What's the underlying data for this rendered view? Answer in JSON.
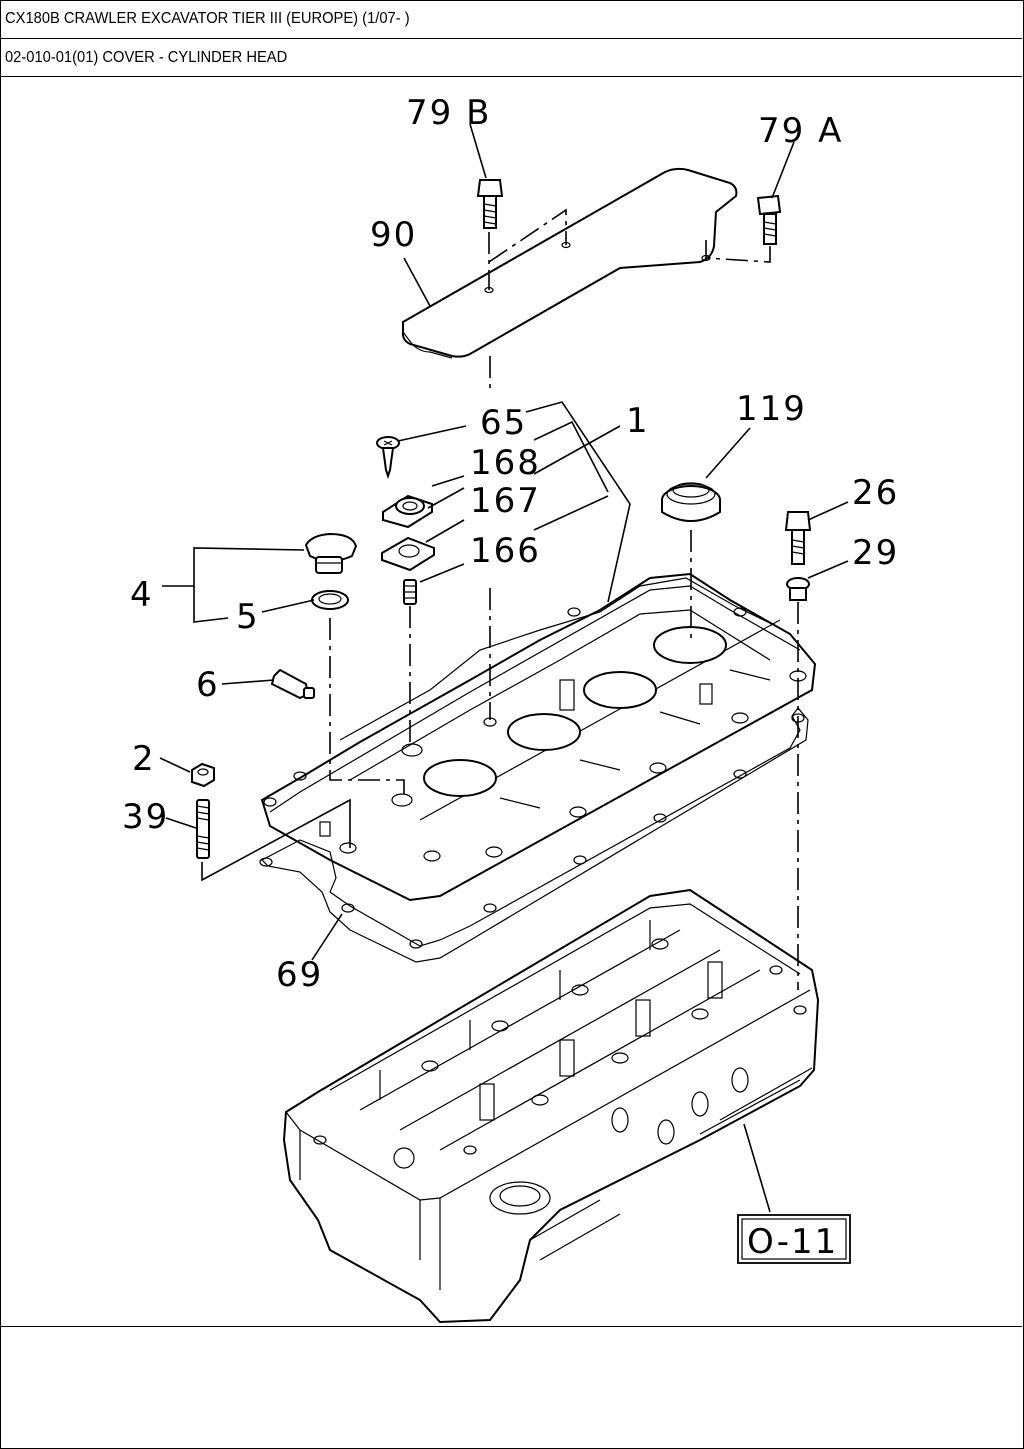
{
  "header": {
    "model_title": "CX180B CRAWLER EXCAVATOR TIER III (EUROPE) (1/07- )",
    "section_title": "02-010-01(01) COVER - CYLINDER HEAD"
  },
  "diagram": {
    "callouts": {
      "c79b": "79 B",
      "c79a": "79 A",
      "c90": "90",
      "c65": "65",
      "c1": "1",
      "c119": "119",
      "c168": "168",
      "c167": "167",
      "c166": "166",
      "c26": "26",
      "c29": "29",
      "c4": "4",
      "c5": "5",
      "c6": "6",
      "c2": "2",
      "c39": "39",
      "c69": "69"
    },
    "reference_box": "O-11"
  }
}
